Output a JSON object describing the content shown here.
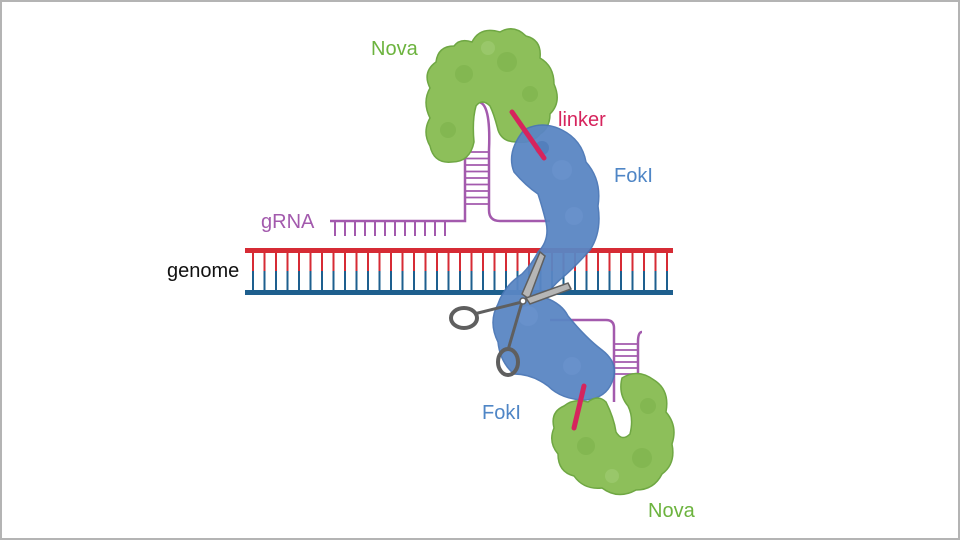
{
  "labels": {
    "nova_top": "Nova",
    "nova_bottom": "Nova",
    "linker": "linker",
    "fokl_top": "FokI",
    "fokl_bottom": "FokI",
    "grna": "gRNA",
    "genome": "genome"
  },
  "colors": {
    "nova": "#8dbf5a",
    "nova_text": "#6cb33e",
    "fokl": "#5a86c4",
    "fokl_text": "#4f86c6",
    "linker": "#d6245d",
    "grna": "#a35aad",
    "dna_top": "#d62b35",
    "dna_bottom": "#1e5f8e",
    "scissors": "#6b6b6b"
  },
  "icons": {
    "scissors": "scissors-icon"
  }
}
